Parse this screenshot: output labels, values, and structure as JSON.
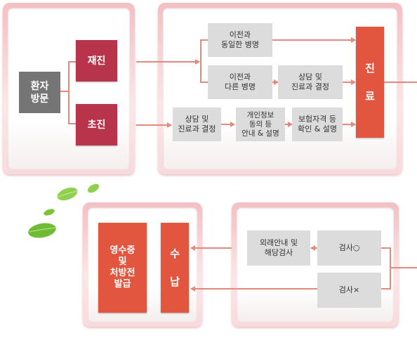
{
  "colors": {
    "arrow": "#e58a7b",
    "dark": "#757575",
    "crimson": "#b8344a",
    "red": "#e2553f",
    "grey": "#dcdcdc",
    "leaf": "#7cc43a"
  },
  "nodes": {
    "visit": "환자\n방문",
    "revisit": "재진",
    "first_visit": "초진",
    "same_disease": "이전과\n동일한 병명",
    "different_disease": "이전과\n다른 병명",
    "consult_decide_1": "상담 및\n진료과 결정",
    "consult_decide_2": "상담 및\n진료과 결정",
    "privacy_consent": "개인정보\n동의 등\n안내 & 설명",
    "insurance_check": "보험자격 등\n확인 & 설명",
    "treatment": "진\n료",
    "outpatient_exam": "외래안내 및\n해당검사",
    "exam_yes": "검사○",
    "exam_no": "검사×",
    "payment": "수\n납",
    "receipt": "영수증\n및\n처방전\n발급"
  }
}
